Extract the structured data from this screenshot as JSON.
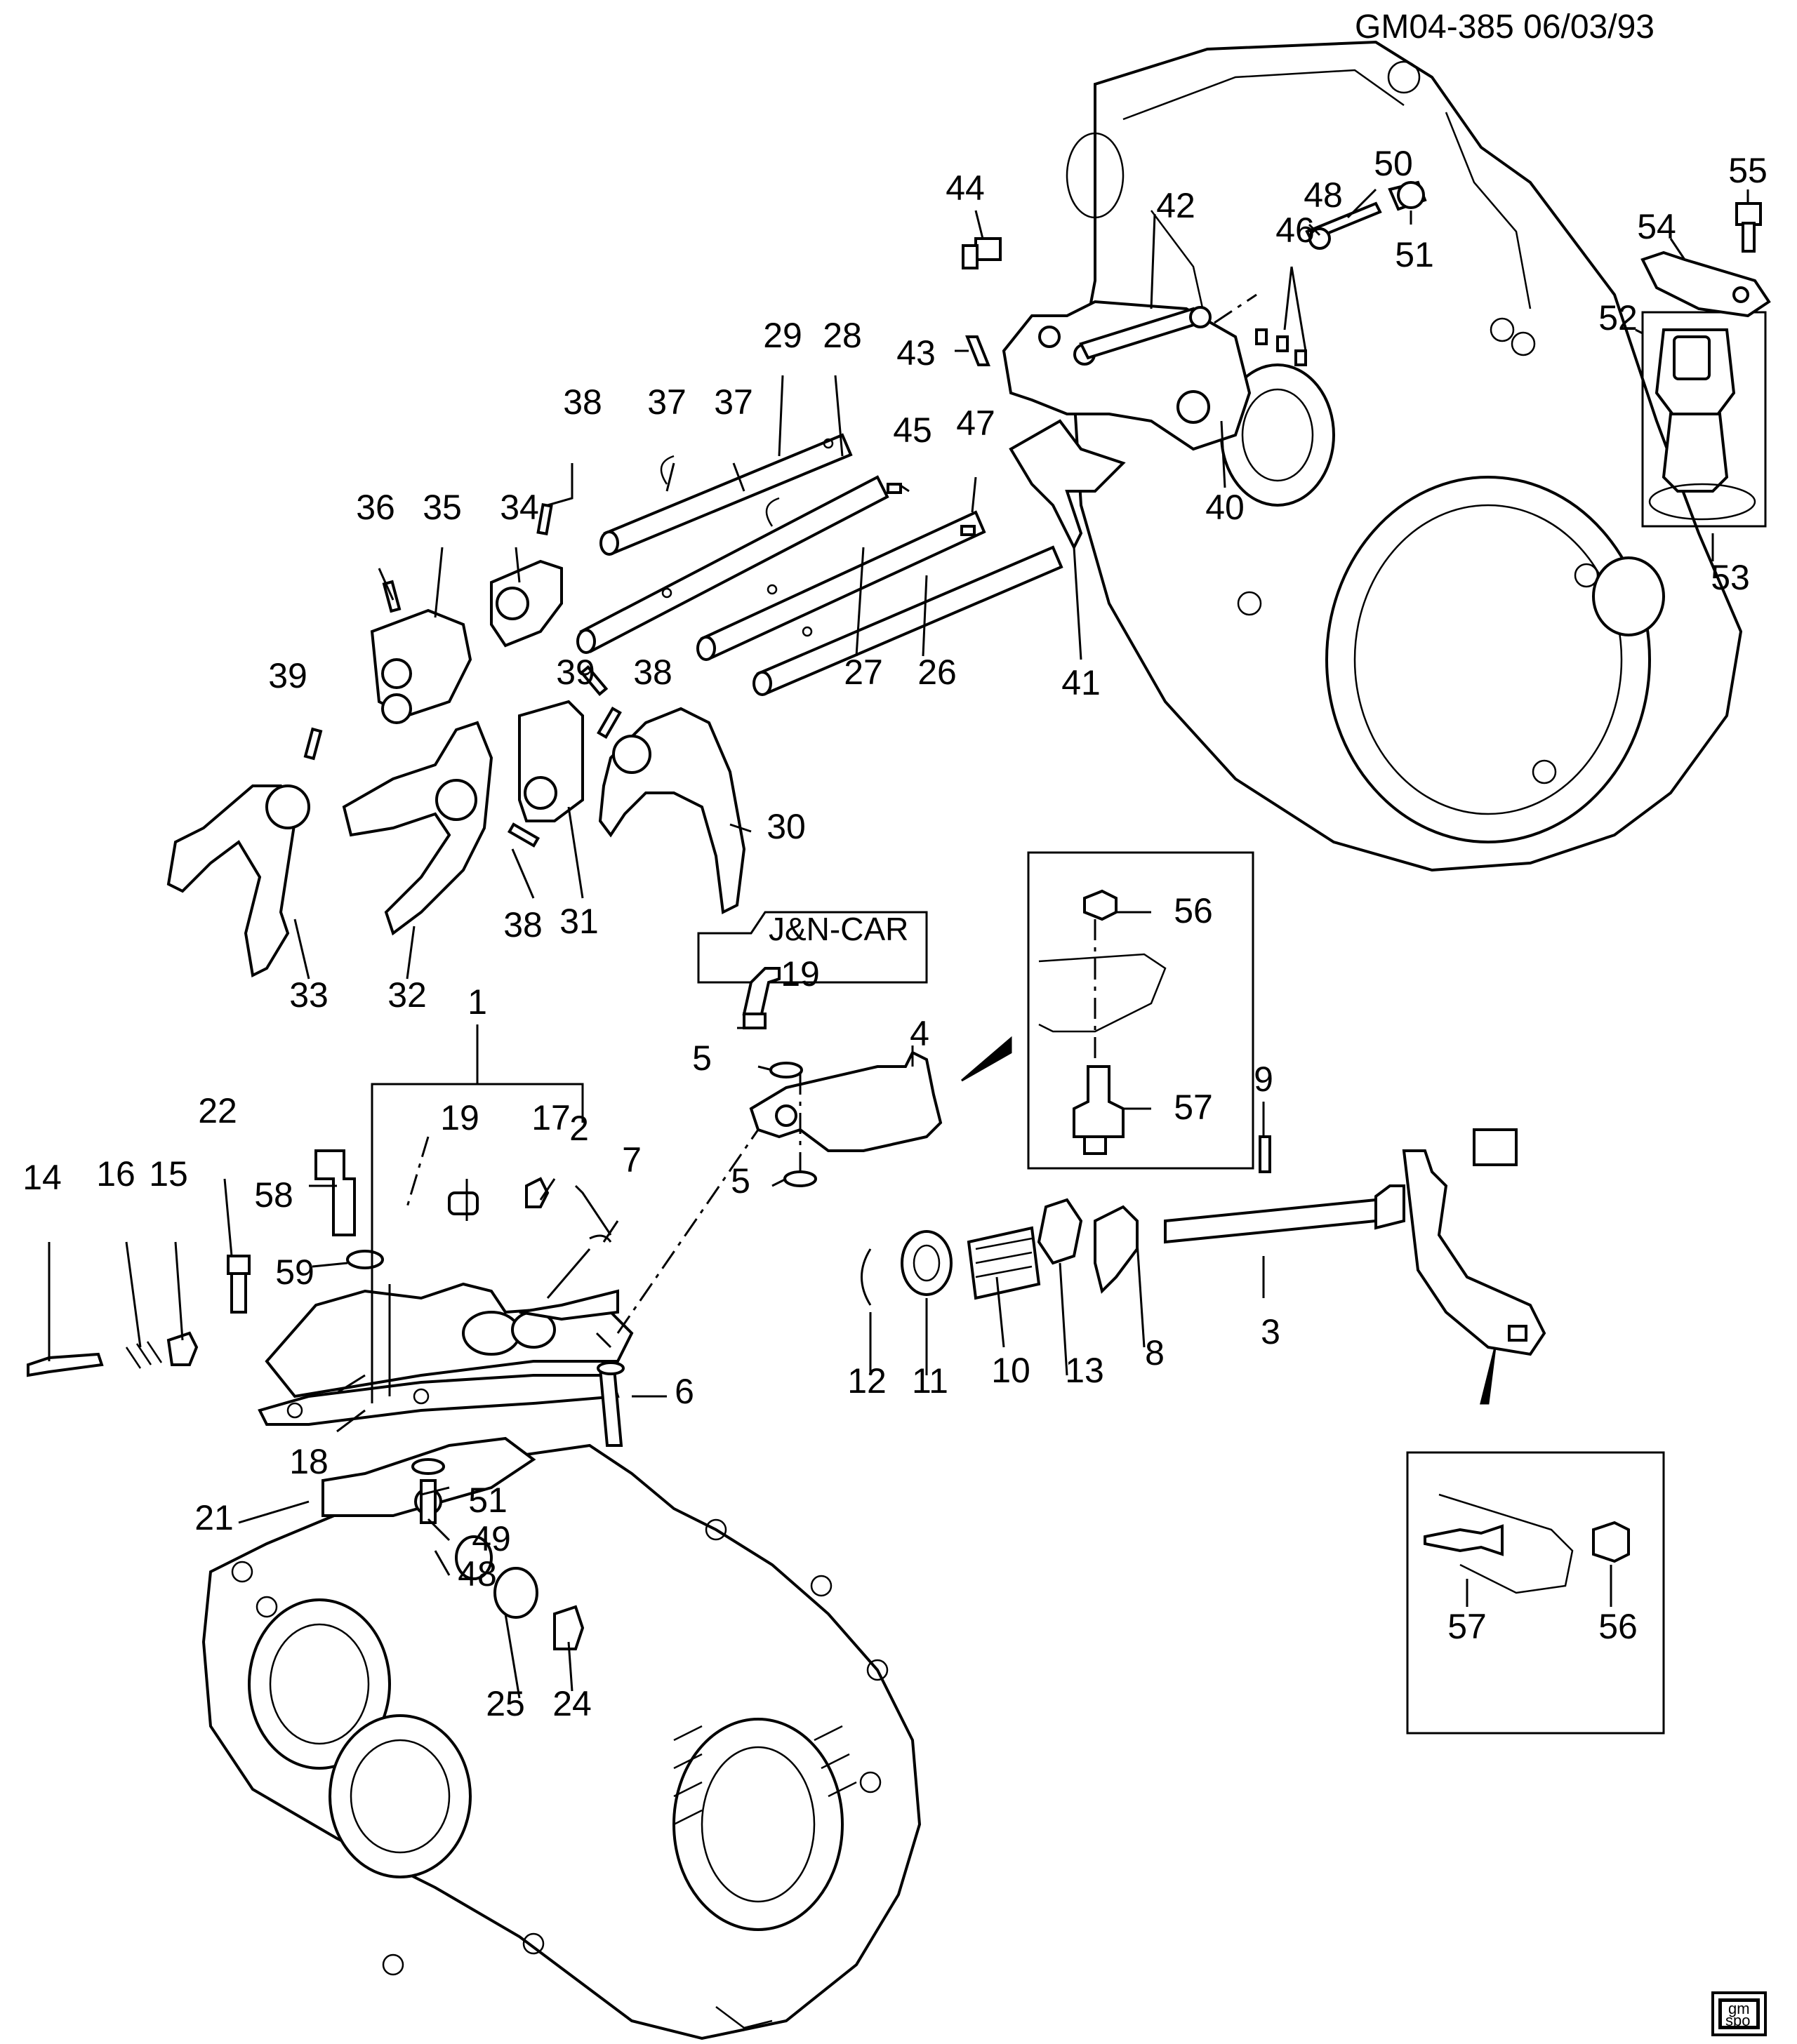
{
  "header": {
    "code": "GM04-385 06/03/93"
  },
  "logo": {
    "line1": "gm",
    "line2": "spo"
  },
  "inset_box_label": "J&N-CAR",
  "callouts": [
    {
      "id": "c1",
      "text": "1"
    },
    {
      "id": "c2",
      "text": "2"
    },
    {
      "id": "c3",
      "text": "3"
    },
    {
      "id": "c4",
      "text": "4"
    },
    {
      "id": "c5a",
      "text": "5"
    },
    {
      "id": "c5b",
      "text": "5"
    },
    {
      "id": "c6",
      "text": "6"
    },
    {
      "id": "c7",
      "text": "7"
    },
    {
      "id": "c8",
      "text": "8"
    },
    {
      "id": "c9",
      "text": "9"
    },
    {
      "id": "c10",
      "text": "10"
    },
    {
      "id": "c11",
      "text": "11"
    },
    {
      "id": "c12",
      "text": "12"
    },
    {
      "id": "c13",
      "text": "13"
    },
    {
      "id": "c14",
      "text": "14"
    },
    {
      "id": "c15",
      "text": "15"
    },
    {
      "id": "c16",
      "text": "16"
    },
    {
      "id": "c17",
      "text": "17"
    },
    {
      "id": "c18",
      "text": "18"
    },
    {
      "id": "c19a",
      "text": "19"
    },
    {
      "id": "c19b",
      "text": "19"
    },
    {
      "id": "c21",
      "text": "21"
    },
    {
      "id": "c22",
      "text": "22"
    },
    {
      "id": "c24",
      "text": "24"
    },
    {
      "id": "c25",
      "text": "25"
    },
    {
      "id": "c26",
      "text": "26"
    },
    {
      "id": "c27",
      "text": "27"
    },
    {
      "id": "c28",
      "text": "28"
    },
    {
      "id": "c29",
      "text": "29"
    },
    {
      "id": "c30",
      "text": "30"
    },
    {
      "id": "c31",
      "text": "31"
    },
    {
      "id": "c32",
      "text": "32"
    },
    {
      "id": "c33",
      "text": "33"
    },
    {
      "id": "c34",
      "text": "34"
    },
    {
      "id": "c35",
      "text": "35"
    },
    {
      "id": "c36",
      "text": "36"
    },
    {
      "id": "c37a",
      "text": "37"
    },
    {
      "id": "c37b",
      "text": "37"
    },
    {
      "id": "c38a",
      "text": "38"
    },
    {
      "id": "c38b",
      "text": "38"
    },
    {
      "id": "c38c",
      "text": "38"
    },
    {
      "id": "c39a",
      "text": "39"
    },
    {
      "id": "c39b",
      "text": "39"
    },
    {
      "id": "c40",
      "text": "40"
    },
    {
      "id": "c41",
      "text": "41"
    },
    {
      "id": "c42",
      "text": "42"
    },
    {
      "id": "c43",
      "text": "43"
    },
    {
      "id": "c44",
      "text": "44"
    },
    {
      "id": "c45",
      "text": "45"
    },
    {
      "id": "c46",
      "text": "46"
    },
    {
      "id": "c47",
      "text": "47"
    },
    {
      "id": "c48a",
      "text": "48"
    },
    {
      "id": "c48b",
      "text": "48"
    },
    {
      "id": "c49",
      "text": "49"
    },
    {
      "id": "c50",
      "text": "50"
    },
    {
      "id": "c51a",
      "text": "51"
    },
    {
      "id": "c51b",
      "text": "51"
    },
    {
      "id": "c52",
      "text": "52"
    },
    {
      "id": "c53",
      "text": "53"
    },
    {
      "id": "c54",
      "text": "54"
    },
    {
      "id": "c55",
      "text": "55"
    },
    {
      "id": "c56a",
      "text": "56"
    },
    {
      "id": "c56b",
      "text": "56"
    },
    {
      "id": "c57a",
      "text": "57"
    },
    {
      "id": "c57b",
      "text": "57"
    },
    {
      "id": "c58",
      "text": "58"
    },
    {
      "id": "c59",
      "text": "59"
    }
  ]
}
